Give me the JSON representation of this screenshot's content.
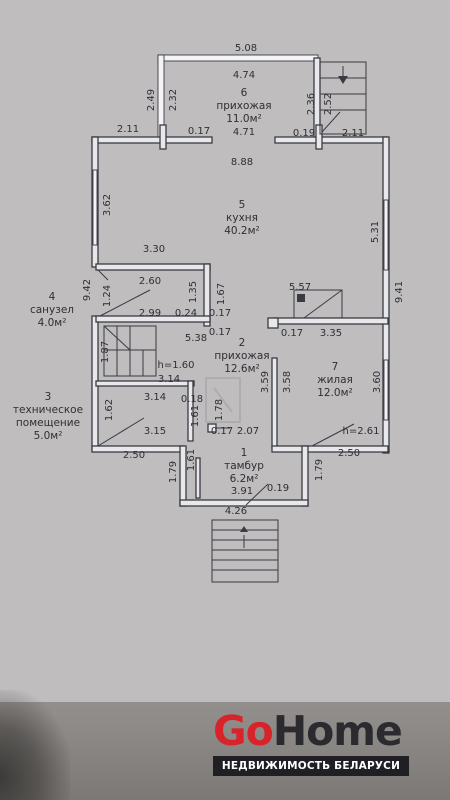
{
  "rooms": [
    {
      "number": "1",
      "name": "тамбур",
      "area": "6.2м²"
    },
    {
      "number": "2",
      "name": "прихожая",
      "area": "12.6м²"
    },
    {
      "number": "3",
      "name_line1": "техническое",
      "name_line2": "помещение",
      "area": "5.0м²"
    },
    {
      "number": "4",
      "name": "санузел",
      "area": "4.0м²"
    },
    {
      "number": "5",
      "name": "кухня",
      "area": "40.2м²"
    },
    {
      "number": "6",
      "name": "прихожая",
      "area": "11.0м²"
    },
    {
      "number": "7",
      "name": "жилая",
      "area": "12.0м²"
    }
  ],
  "dimensions": {
    "top_outer": "5.08",
    "top_inner": "4.74",
    "hall6_inner": "4.71",
    "left_2_49": "2.49",
    "left_2_32": "2.32",
    "right_2_36": "2.36",
    "right_2_52": "2.52",
    "wall_left_2_11": "2.11",
    "wall_left_0_17": "0.17",
    "wall_right_0_19": "0.19",
    "wall_right_2_11": "2.11",
    "kitchen_width": "8.88",
    "kitchen_left": "3.62",
    "kitchen_right": "5.31",
    "outer_right": "9.41",
    "kitchen_3_30": "3.30",
    "bath_2_60": "2.60",
    "bath_1_24": "1.24",
    "bath_9_42": "9.42",
    "bath_2_99": "2.99",
    "v_1_35": "1.35",
    "v_1_67": "1.67",
    "d_0_24": "0.24",
    "d_0_17a": "0.17",
    "d_0_17b": "0.17",
    "d_5_38": "5.38",
    "stair_5_57": "5.57",
    "d_0_17c": "0.17",
    "d_3_35": "3.35",
    "stair_1_87": "1.87",
    "h_1_60": "h=1.60",
    "d_3_14a": "3.14",
    "d_3_14b": "3.14",
    "d_0_18": "0.18",
    "v_3_59": "3.59",
    "v_3_58": "3.58",
    "v_3_60": "3.60",
    "v_1_61": "1.61",
    "v_1_78": "1.78",
    "v_1_62": "1.62",
    "d_3_15": "3.15",
    "d_0_17d": "0.17",
    "d_2_07": "2.07",
    "h_2_61": "h=2.61",
    "d_2_50a": "2.50",
    "d_2_50b": "2.50",
    "v_1_79a": "1.79",
    "v_1_61b": "1.61",
    "v_1_79b": "1.79",
    "d_3_91": "3.91",
    "d_0_19": "0.19",
    "d_4_26": "4.26"
  },
  "brand": {
    "wordmark_go": "Go",
    "wordmark_home": "Home",
    "tagline": "НЕДВИЖИМОСТЬ БЕЛАРУСИ"
  }
}
